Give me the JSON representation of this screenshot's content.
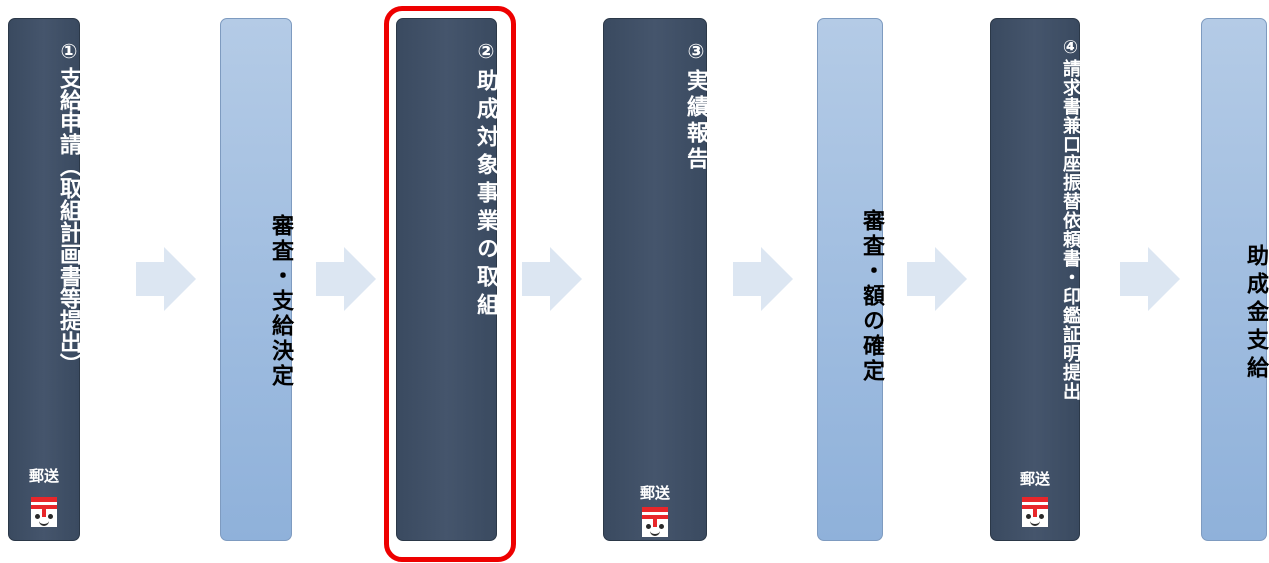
{
  "steps": {
    "s1_num": "①",
    "s1_text": "支給申請（取組計画書等提出）",
    "review1": "審査・支給決定",
    "s2_num": "②",
    "s2_text": "助成対象事業の取組",
    "s3_num": "③",
    "s3_text": "実績報告",
    "review2": "審査・額の確定",
    "s4_num": "④",
    "s4_text": "請求書兼口座振替依頼書・印鑑証明提出",
    "final": "助成金支給"
  },
  "mail_label": "郵送",
  "colors": {
    "dark_column": "#45556c",
    "light_column": "#9dbbdf",
    "arrow": "#dce6f2",
    "highlight": "#ee0000",
    "postbox_red": "#e8262a"
  },
  "icons": [
    "postbox-icon",
    "right-arrow-icon"
  ]
}
